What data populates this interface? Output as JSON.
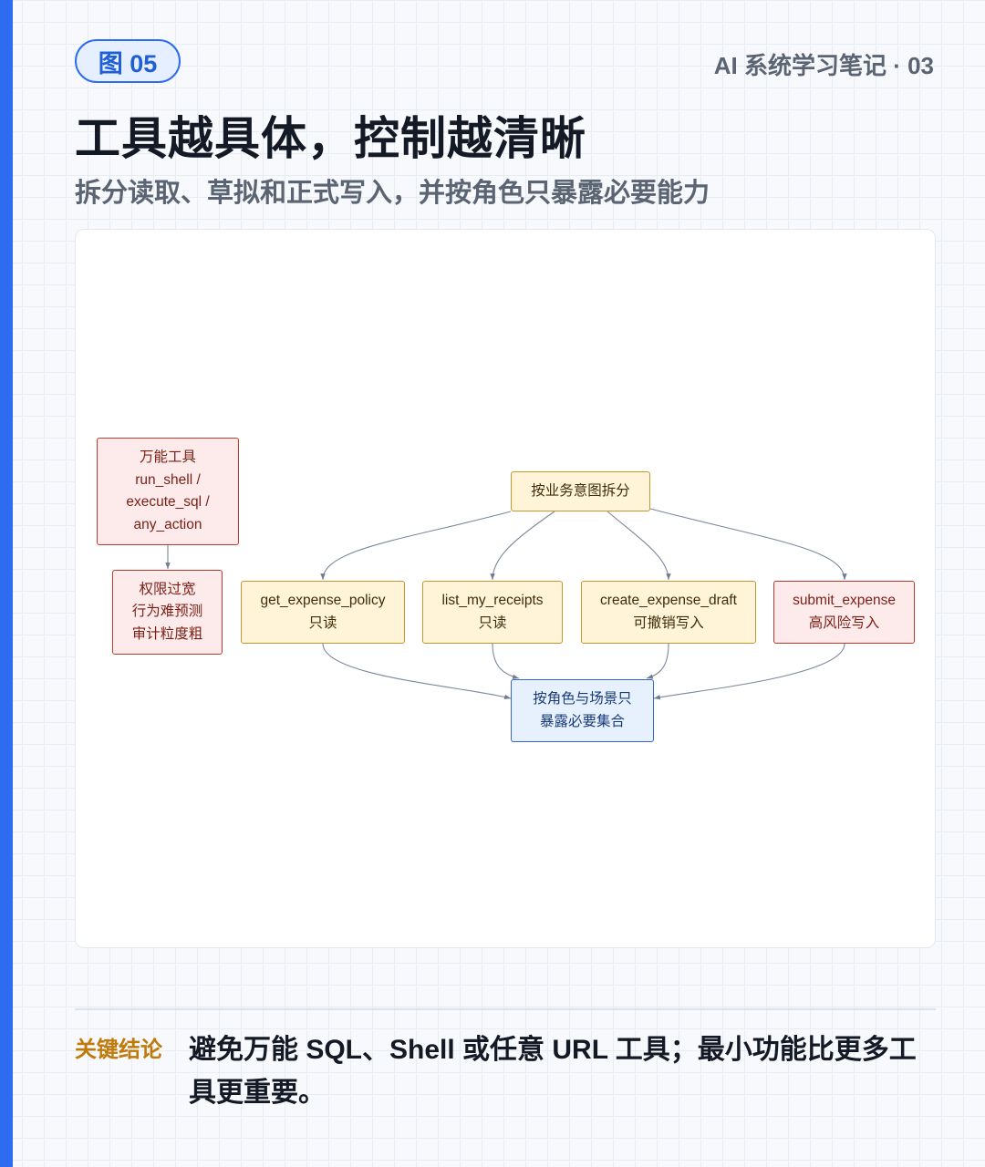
{
  "header": {
    "figure_badge": "图 05",
    "series_label": "AI 系统学习笔记 · 03",
    "title": "工具越具体，控制越清晰",
    "subtitle": "拆分读取、草拟和正式写入，并按角色只暴露必要能力"
  },
  "diagram": {
    "nodes": [
      {
        "id": "universal_tool",
        "lines": [
          "万能工具",
          "run_shell /",
          "execute_sql /",
          "any_action"
        ],
        "color": "red"
      },
      {
        "id": "risks",
        "lines": [
          "权限过宽",
          "行为难预测",
          "审计粒度粗"
        ],
        "color": "red"
      },
      {
        "id": "split_by_intent",
        "lines": [
          "按业务意图拆分"
        ],
        "color": "yellow"
      },
      {
        "id": "get_expense_policy",
        "lines": [
          "get_expense_policy",
          "只读"
        ],
        "color": "yellow"
      },
      {
        "id": "list_my_receipts",
        "lines": [
          "list_my_receipts",
          "只读"
        ],
        "color": "yellow"
      },
      {
        "id": "create_expense_draft",
        "lines": [
          "create_expense_draft",
          "可撤销写入"
        ],
        "color": "yellow"
      },
      {
        "id": "submit_expense",
        "lines": [
          "submit_expense",
          "高风险写入"
        ],
        "color": "red"
      },
      {
        "id": "expose_by_role",
        "lines": [
          "按角色与场景只",
          "暴露必要集合"
        ],
        "color": "blue"
      }
    ],
    "edges": [
      {
        "from": "universal_tool",
        "to": "risks"
      },
      {
        "from": "split_by_intent",
        "to": "get_expense_policy"
      },
      {
        "from": "split_by_intent",
        "to": "list_my_receipts"
      },
      {
        "from": "split_by_intent",
        "to": "create_expense_draft"
      },
      {
        "from": "split_by_intent",
        "to": "submit_expense"
      },
      {
        "from": "get_expense_policy",
        "to": "expose_by_role"
      },
      {
        "from": "list_my_receipts",
        "to": "expose_by_role"
      },
      {
        "from": "create_expense_draft",
        "to": "expose_by_role"
      },
      {
        "from": "submit_expense",
        "to": "expose_by_role"
      }
    ]
  },
  "conclusion": {
    "label": "关键结论",
    "text": "避免万能 SQL、Shell 或任意 URL 工具；最小功能比更多工具更重要。"
  },
  "colors": {
    "accent": "#2d6cf0",
    "risk_red": "#c0392b",
    "neutral_yellow": "#c9952c",
    "result_blue": "#3468c8",
    "conclusion_orange": "#c07a0a"
  }
}
